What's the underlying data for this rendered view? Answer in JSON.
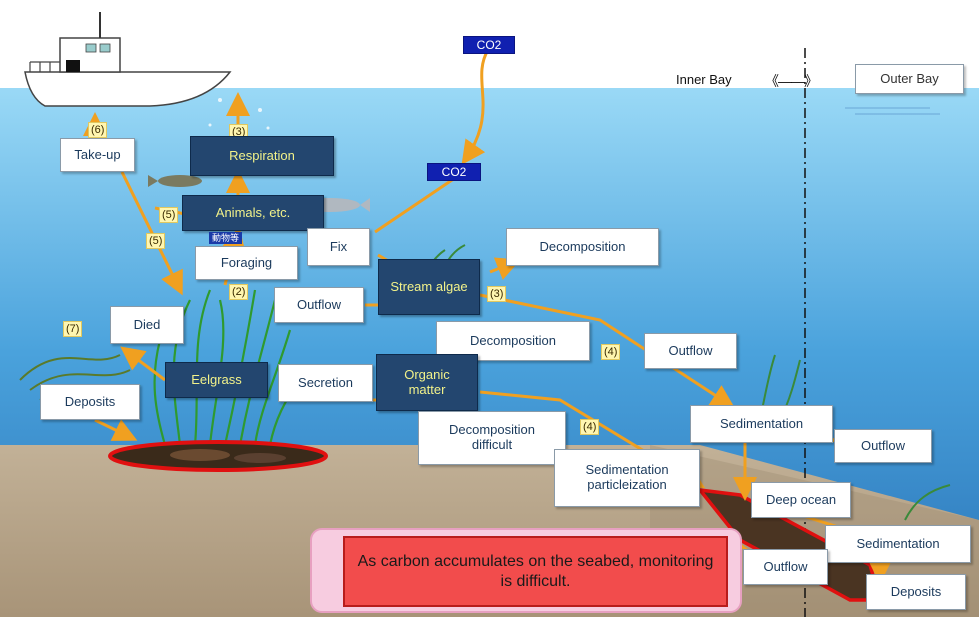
{
  "co2": {
    "top": "CO2",
    "mid": "CO2"
  },
  "bay": {
    "inner": "Inner Bay",
    "outer": "Outer Bay",
    "arrow": "《——》"
  },
  "numbers": {
    "n6": "(6)",
    "n3_top": "(3)",
    "n5_a": "(5)",
    "n5_b": "(5)",
    "n2": "(2)",
    "n3_mid": "(3)",
    "n7": "(7)",
    "n4_a": "(4)",
    "n4_b": "(4)"
  },
  "boxes": {
    "take_up": "Take-up",
    "respiration": "Respiration",
    "animals": "Animals, etc.",
    "fix": "Fix",
    "foraging": "Foraging",
    "decomposition_top": "Decomposition",
    "stream_algae": "Stream algae",
    "outflow_1": "Outflow",
    "died": "Died",
    "decomposition_mid": "Decomposition",
    "outflow_2": "Outflow",
    "eelgrass": "Eelgrass",
    "secretion": "Secretion",
    "organic_matter": "Organic matter",
    "deposits_left": "Deposits",
    "decomposition_difficult": "Decomposition difficult",
    "sedimentation_1": "Sedimentation",
    "outflow_3": "Outflow",
    "sedimentation_particle": "Sedimentation particleization",
    "deep_ocean": "Deep ocean",
    "sedimentation_2": "Sedimentation",
    "outflow_4": "Outflow",
    "deposits_right": "Deposits"
  },
  "kanji_label": "動物等",
  "note": "As carbon accumulates on the seabed, monitoring is difficult.",
  "colors": {
    "sky": "#ffffff",
    "water_top": "#8fd6f5",
    "water_bottom": "#2f7ec0",
    "seabed": "#b8a58a",
    "arrow": "#f0a020",
    "dark_box": "#23466f",
    "red_outline": "#e01010"
  }
}
